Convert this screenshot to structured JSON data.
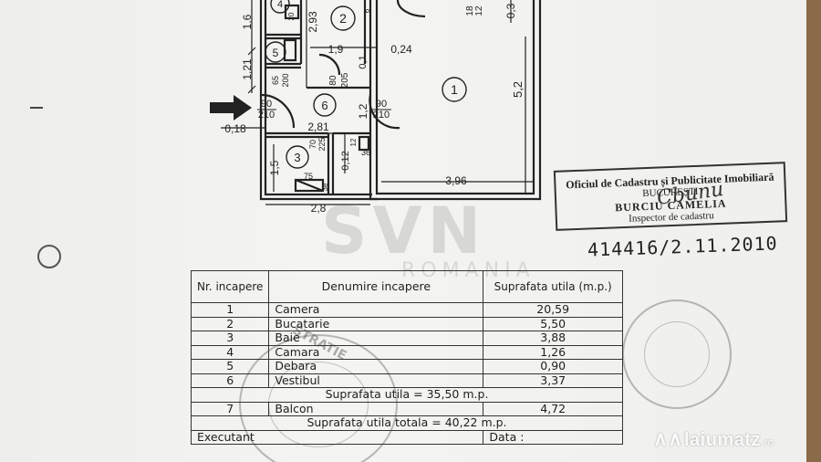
{
  "plan": {
    "room_numbers": [
      "1",
      "2",
      "3",
      "4",
      "5",
      "6"
    ],
    "dimensions": {
      "d_1_6": "1,6",
      "d_1_21": "1,21",
      "d_2_93": "2,93",
      "d_1_9": "1,9",
      "d_0_24": "0,24",
      "d_0_1": "0,1",
      "d_5_2": "5,2",
      "d_0_3": "0,3",
      "d_2_81": "2,81",
      "d_0_18": "0,18",
      "d_1_2": "1,2",
      "d_0_12": "0,12",
      "d_1_5": "1,5",
      "d_3_96": "3,96",
      "d_2_8": "2,8",
      "door_90_210_left_top": "90",
      "door_90_210_left_bottom": "210",
      "door_90_210_right_top": "90",
      "door_90_210_right_bottom": "210",
      "door_80_205_top": "80",
      "door_80_205_bottom": "205",
      "door_65_200_top": "65",
      "door_65_200_bottom": "200",
      "door_70_225_top": "70",
      "door_70_225_bottom": "225",
      "win_18_12_top": "18",
      "win_18_12_bottom": "12",
      "small_12": "12",
      "small_36": "36",
      "small_75": "75",
      "small_3e": "3e",
      "small_20": "20",
      "small_6": "6"
    }
  },
  "watermark": {
    "brand": "SVN",
    "sub": "ROMANIA"
  },
  "stamp": {
    "line1": "Oficiul de Cadastru și Publicitate Imobiliară",
    "line2": "BUCUREȘTI",
    "line3": "BURCIU CAMELIA",
    "line4": "Inspector de cadastru",
    "signature": "Cbunu",
    "registration": "414416/2.11.2010"
  },
  "table": {
    "headers": [
      "Nr. incapere",
      "Denumire incapere",
      "Suprafata utila (m.p.)"
    ],
    "rows": [
      {
        "nr": "1",
        "name": "Camera",
        "area": "20,59"
      },
      {
        "nr": "2",
        "name": "Bucatarie",
        "area": "5,50"
      },
      {
        "nr": "3",
        "name": "Baie",
        "area": "3,88"
      },
      {
        "nr": "4",
        "name": "Camara",
        "area": "1,26"
      },
      {
        "nr": "5",
        "name": "Debara",
        "area": "0,90"
      },
      {
        "nr": "6",
        "name": "Vestibul",
        "area": "3,37"
      }
    ],
    "subtotal": "Suprafata utila = 35,50 m.p.",
    "balcony": {
      "nr": "7",
      "name": "Balcon",
      "area": "4,72"
    },
    "total": "Suprafata utila totala = 40,22 m.p.",
    "footer_left": "Executant",
    "footer_right": "Data :"
  },
  "round_stamp_text": "STRATIE",
  "logo": {
    "text": "laiumatz",
    "suffix": ".ro"
  },
  "colors": {
    "ink": "#222222",
    "paper": "#f2f2f0",
    "background": "#8a6a48"
  }
}
